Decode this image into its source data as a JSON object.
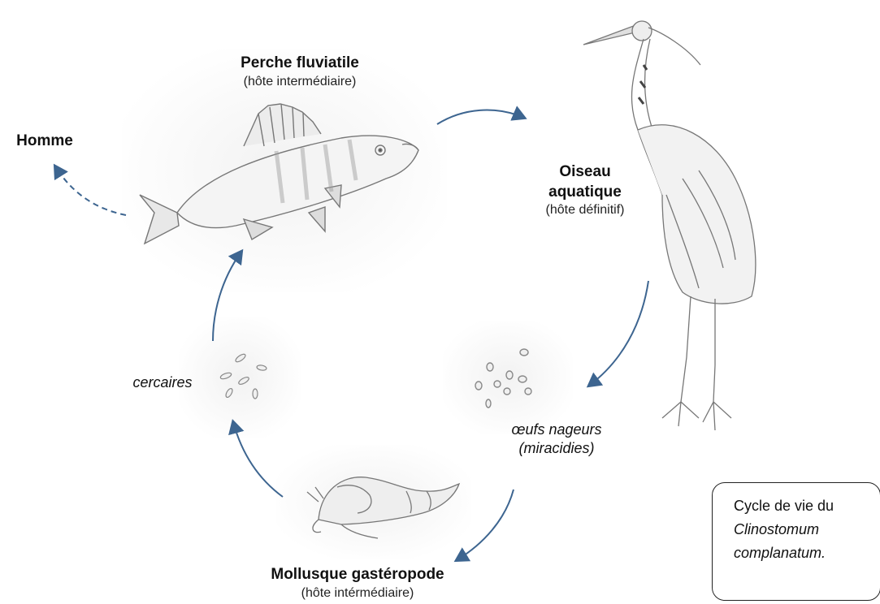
{
  "nodes": {
    "perch": {
      "title": "Perche fluviatile",
      "role": "(hôte intermédiaire)"
    },
    "human": {
      "title": "Homme"
    },
    "bird": {
      "title_line1": "Oiseau",
      "title_line2": "aquatique",
      "role": "(hôte définitif)"
    },
    "eggs": {
      "line1": "œufs nageurs",
      "line2": "(miracidies)"
    },
    "cercariae": {
      "label": "cercaires"
    },
    "snail": {
      "title": "Mollusque gastéropode",
      "role": "(hôte intérmédiaire)"
    }
  },
  "caption": {
    "line1": "Cycle de vie du",
    "line2": "Clinostomum",
    "line3": "complanatum."
  },
  "colors": {
    "arrow": "#3d6590",
    "sketch": "#777777"
  }
}
